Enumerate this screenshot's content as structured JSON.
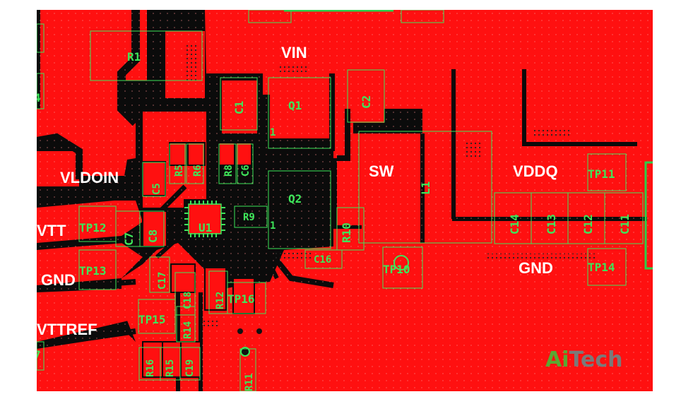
{
  "net_labels": {
    "vin": "VIN",
    "sw": "SW",
    "vddq": "VDDQ",
    "vldoin": "VLDOIN",
    "vtt": "VTT",
    "gnd_left": "GND",
    "gnd_right": "GND",
    "vttref": "VTTREF"
  },
  "designators": {
    "r1": "R1",
    "c1": "C1",
    "q1": "Q1",
    "c2": "C2",
    "q2": "Q2",
    "l1": "L1",
    "u1": "U1",
    "r5": "R5",
    "r6": "R6",
    "r8": "R8",
    "c6": "C6",
    "c5": "C5",
    "r9": "R9",
    "c7": "C7",
    "c8": "C8",
    "r10": "R10",
    "c16": "C16",
    "c17": "C17",
    "c18": "C18",
    "r12": "R12",
    "r14": "R14",
    "r16": "R16",
    "r15": "R15",
    "c19": "C19",
    "r11": "R11",
    "c14": "C14",
    "c13": "C13",
    "c12": "C12",
    "c11": "C11",
    "tp10": "TP10",
    "tp11": "TP11",
    "tp12": "TP12",
    "tp13": "TP13",
    "tp14": "TP14",
    "tp15": "TP15",
    "tp16": "TP16",
    "pin1_q1": "1",
    "pin1_q2": "1",
    "edge_4": "4",
    "edge_7": "7"
  },
  "logo": {
    "part1": "Ai",
    "part2": "Tech",
    "color1": "#5aa832",
    "color2": "#7a7a7a"
  },
  "colors": {
    "copper": "#ff1010",
    "silkscreen": "#3ee65a",
    "substrate": "#0b0b0b",
    "net_label": "#ffffff"
  }
}
